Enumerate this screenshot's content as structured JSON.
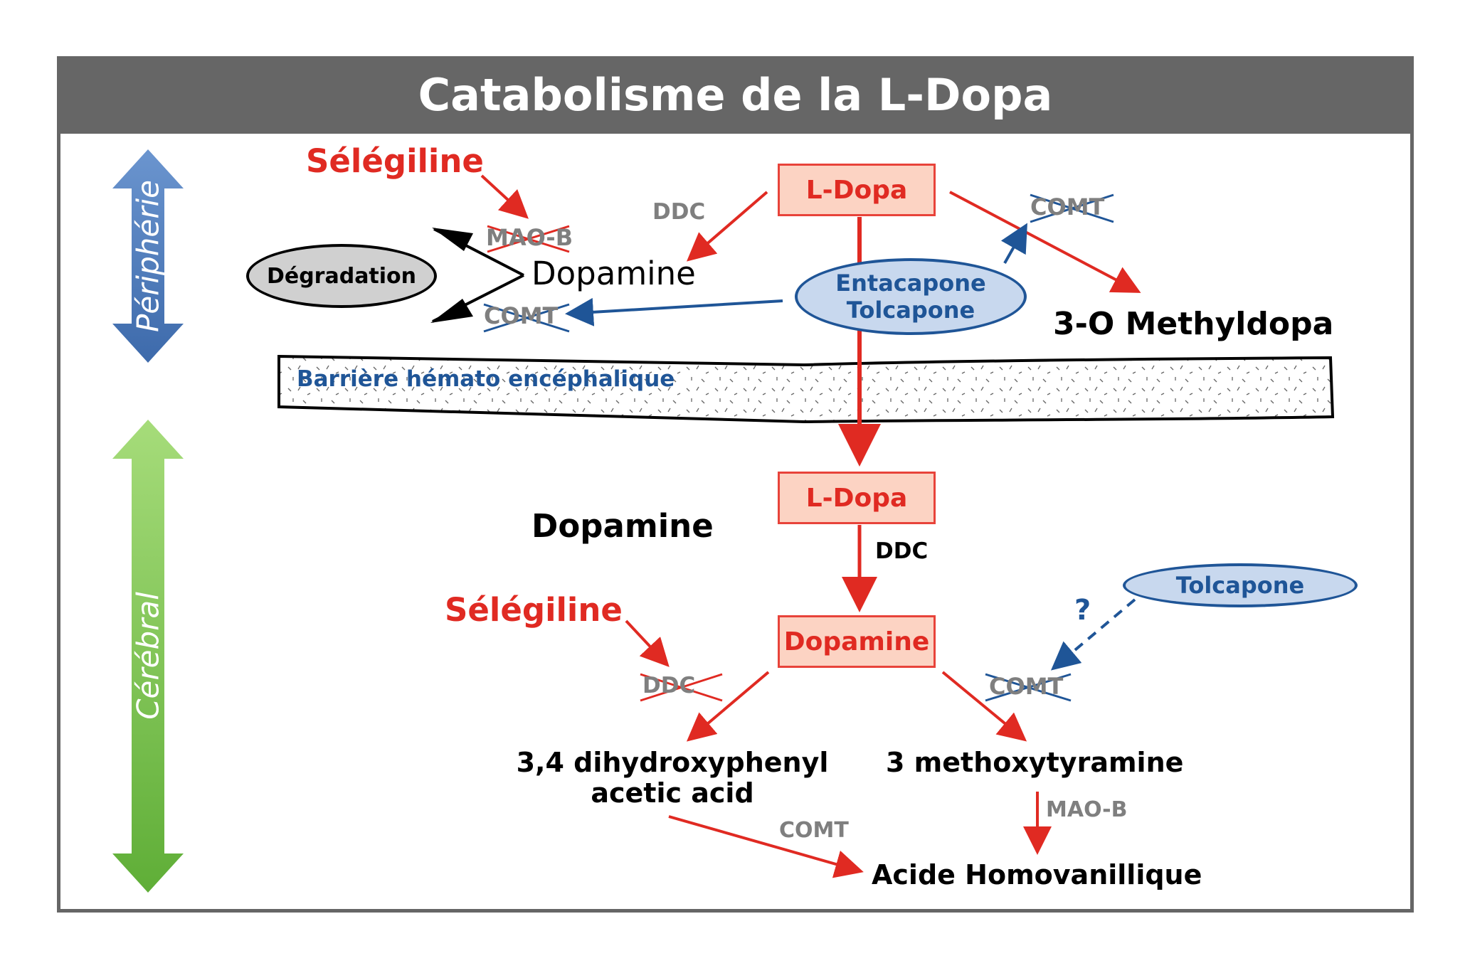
{
  "title": "Catabolisme de la L-Dopa",
  "side_labels": {
    "periphery": "Périphérie",
    "brain": "Cérébral"
  },
  "barrier": "Barrière hémato encéphalique",
  "periphery": {
    "inhibitor": "Sélégiline",
    "ldopa": "L-Dopa",
    "ddc": "DDC",
    "comt_blocked": "COMT",
    "maob_blocked": "MAO-B",
    "comt_blocked_2": "COMT",
    "dopamine": "Dopamine",
    "degradation": "Dégradation",
    "entacapone": "Entacapone",
    "tolcapone": "Tolcapone",
    "methyldopa": "3-O Methyldopa"
  },
  "brain": {
    "ldopa": "L-Dopa",
    "dopamine_label": "Dopamine",
    "ddc": "DDC",
    "inhibitor": "Sélégiline",
    "dopamine_box": "Dopamine",
    "ddc_blocked": "DDC",
    "comt_blocked": "COMT",
    "tolcapone": "Tolcapone",
    "question": "?",
    "dopac_line1": "3,4 dihydroxyphenyl",
    "dopac_line2": "acetic acid",
    "methoxytyramine": "3 methoxytyramine",
    "maob": "MAO-B",
    "comt": "COMT",
    "hva": "Acide Homovanillique"
  },
  "colors": {
    "red": "#e02a22",
    "blue": "#1f5597",
    "gray": "#7f7f7f",
    "periphery_arrow": "#4a7ab8",
    "brain_arrow": "#7cc24a"
  }
}
